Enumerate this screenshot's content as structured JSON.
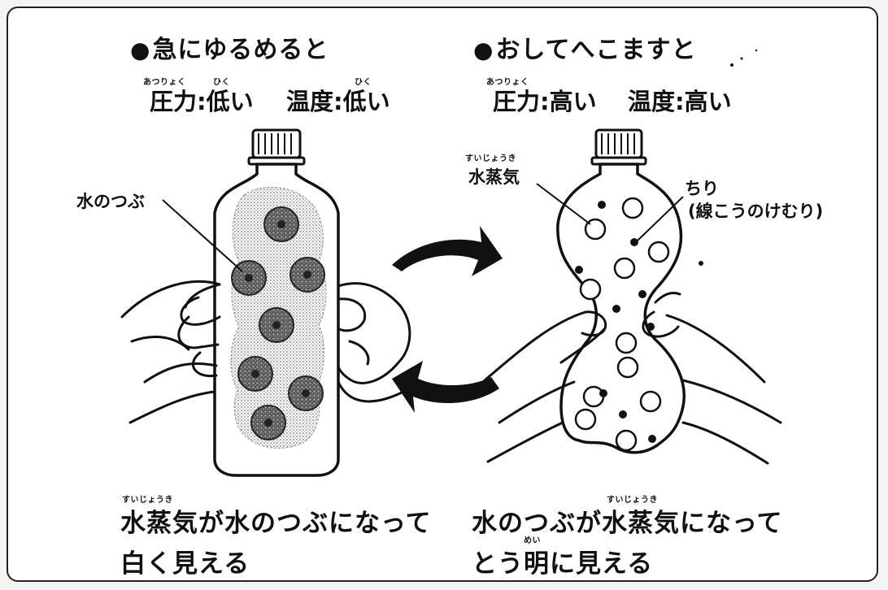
{
  "left": {
    "heading": "急にゆるめると",
    "ruby_pressure": "あつりょく",
    "ruby_low1": "ひく",
    "ruby_low2": "ひく",
    "condition_pressure": "圧力:低い",
    "condition_temperature": "温度:低い",
    "label_droplet": "水のつぶ",
    "caption_ruby": "すいじょうき",
    "caption_line1": "水蒸気が水のつぶになって",
    "caption_line2": "白く見える"
  },
  "right": {
    "heading": "おしてへこますと",
    "ruby_pressure": "あつりょく",
    "condition_pressure": "圧力:高い",
    "condition_temperature": "温度:高い",
    "label_vapor_ruby": "すいじょうき",
    "label_vapor": "水蒸気",
    "label_dust": "ちり",
    "label_dust_sub": "(線こうのけむり)",
    "caption_ruby": "すいじょうき",
    "caption_ruby2": "めい",
    "caption_line1": "水のつぶが水蒸気になって",
    "caption_line2": "とう明に見える"
  }
}
